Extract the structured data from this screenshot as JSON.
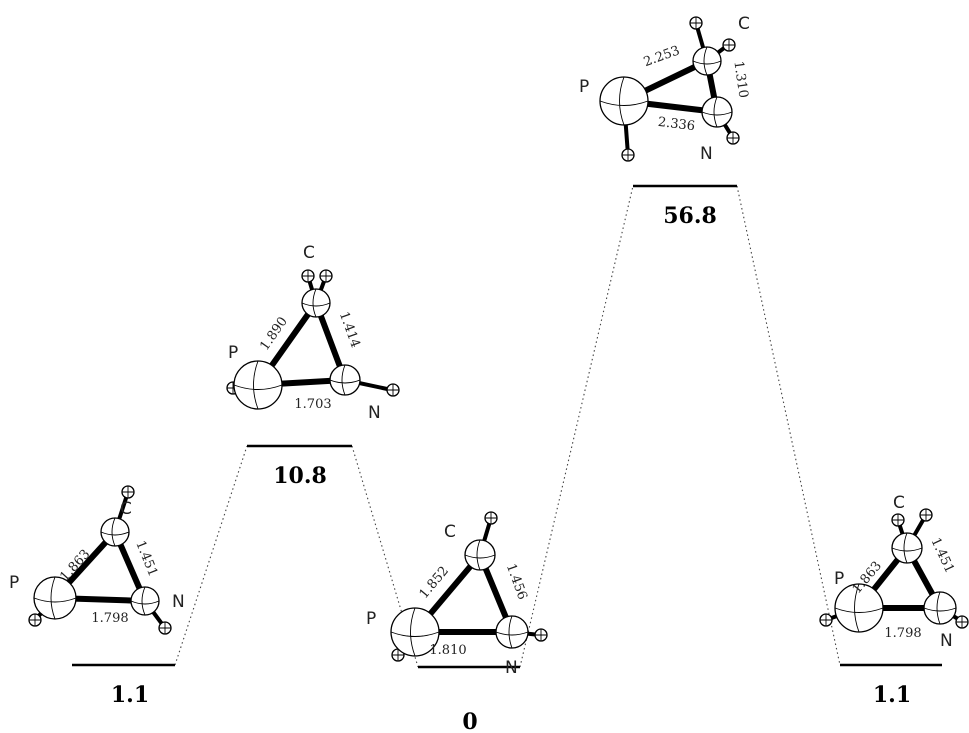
{
  "energies": [
    "1.1",
    "10.8",
    "0",
    "56.8",
    "1.1"
  ],
  "structures": [
    {
      "atoms": {
        "P": "P",
        "C": "C",
        "N": "N"
      },
      "bonds": {
        "PC": "1.863",
        "CN": "1.451",
        "PN": "1.798"
      }
    },
    {
      "atoms": {
        "P": "P",
        "C": "C",
        "N": "N"
      },
      "bonds": {
        "PC": "1.890",
        "CN": "1.414",
        "PN": "1.703"
      }
    },
    {
      "atoms": {
        "P": "P",
        "C": "C",
        "N": "N"
      },
      "bonds": {
        "PC": "1.852",
        "CN": "1.456",
        "PN": "1.810"
      }
    },
    {
      "atoms": {
        "P": "P",
        "C": "C",
        "N": "N"
      },
      "bonds": {
        "PC": "2.253",
        "CN": "1.310",
        "PN": "2.336"
      }
    },
    {
      "atoms": {
        "P": "P",
        "C": "C",
        "N": "N"
      },
      "bonds": {
        "PC": "1.863",
        "CN": "1.451",
        "PN": "1.798"
      }
    }
  ]
}
